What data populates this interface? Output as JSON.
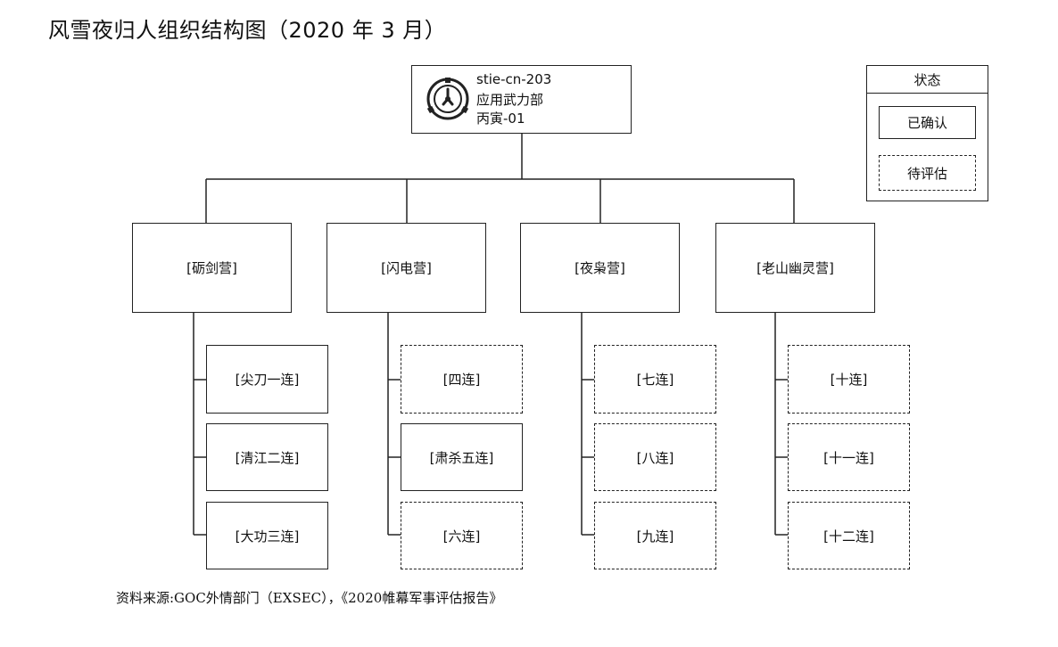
{
  "title": "风雪夜归人组织结构图（2020 年 3 月）",
  "hq": {
    "lines": [
      "stie-cn-203",
      "应用武力部",
      "丙寅-01"
    ],
    "logo_icon": "scp-foundation-logo-icon"
  },
  "legend": {
    "header": "状态",
    "confirmed": "已确认",
    "pending": "待评估"
  },
  "battalions": [
    {
      "name": "[砺剑营]",
      "companies": [
        {
          "name": "[尖刀一连]",
          "status": "confirmed"
        },
        {
          "name": "[清江二连]",
          "status": "confirmed"
        },
        {
          "name": "[大功三连]",
          "status": "confirmed"
        }
      ]
    },
    {
      "name": "[闪电营]",
      "companies": [
        {
          "name": "[四连]",
          "status": "pending"
        },
        {
          "name": "[肃杀五连]",
          "status": "confirmed"
        },
        {
          "name": "[六连]",
          "status": "pending"
        }
      ]
    },
    {
      "name": "[夜枭营]",
      "companies": [
        {
          "name": "[七连]",
          "status": "pending"
        },
        {
          "name": "[八连]",
          "status": "pending"
        },
        {
          "name": "[九连]",
          "status": "pending"
        }
      ]
    },
    {
      "name": "[老山幽灵营]",
      "companies": [
        {
          "name": "[十连]",
          "status": "pending"
        },
        {
          "name": "[十一连]",
          "status": "pending"
        },
        {
          "name": "[十二连]",
          "status": "pending"
        }
      ]
    }
  ],
  "source": "资料来源:GOC外情部门（EXSEC），《2020帷幕军事评估报告》"
}
